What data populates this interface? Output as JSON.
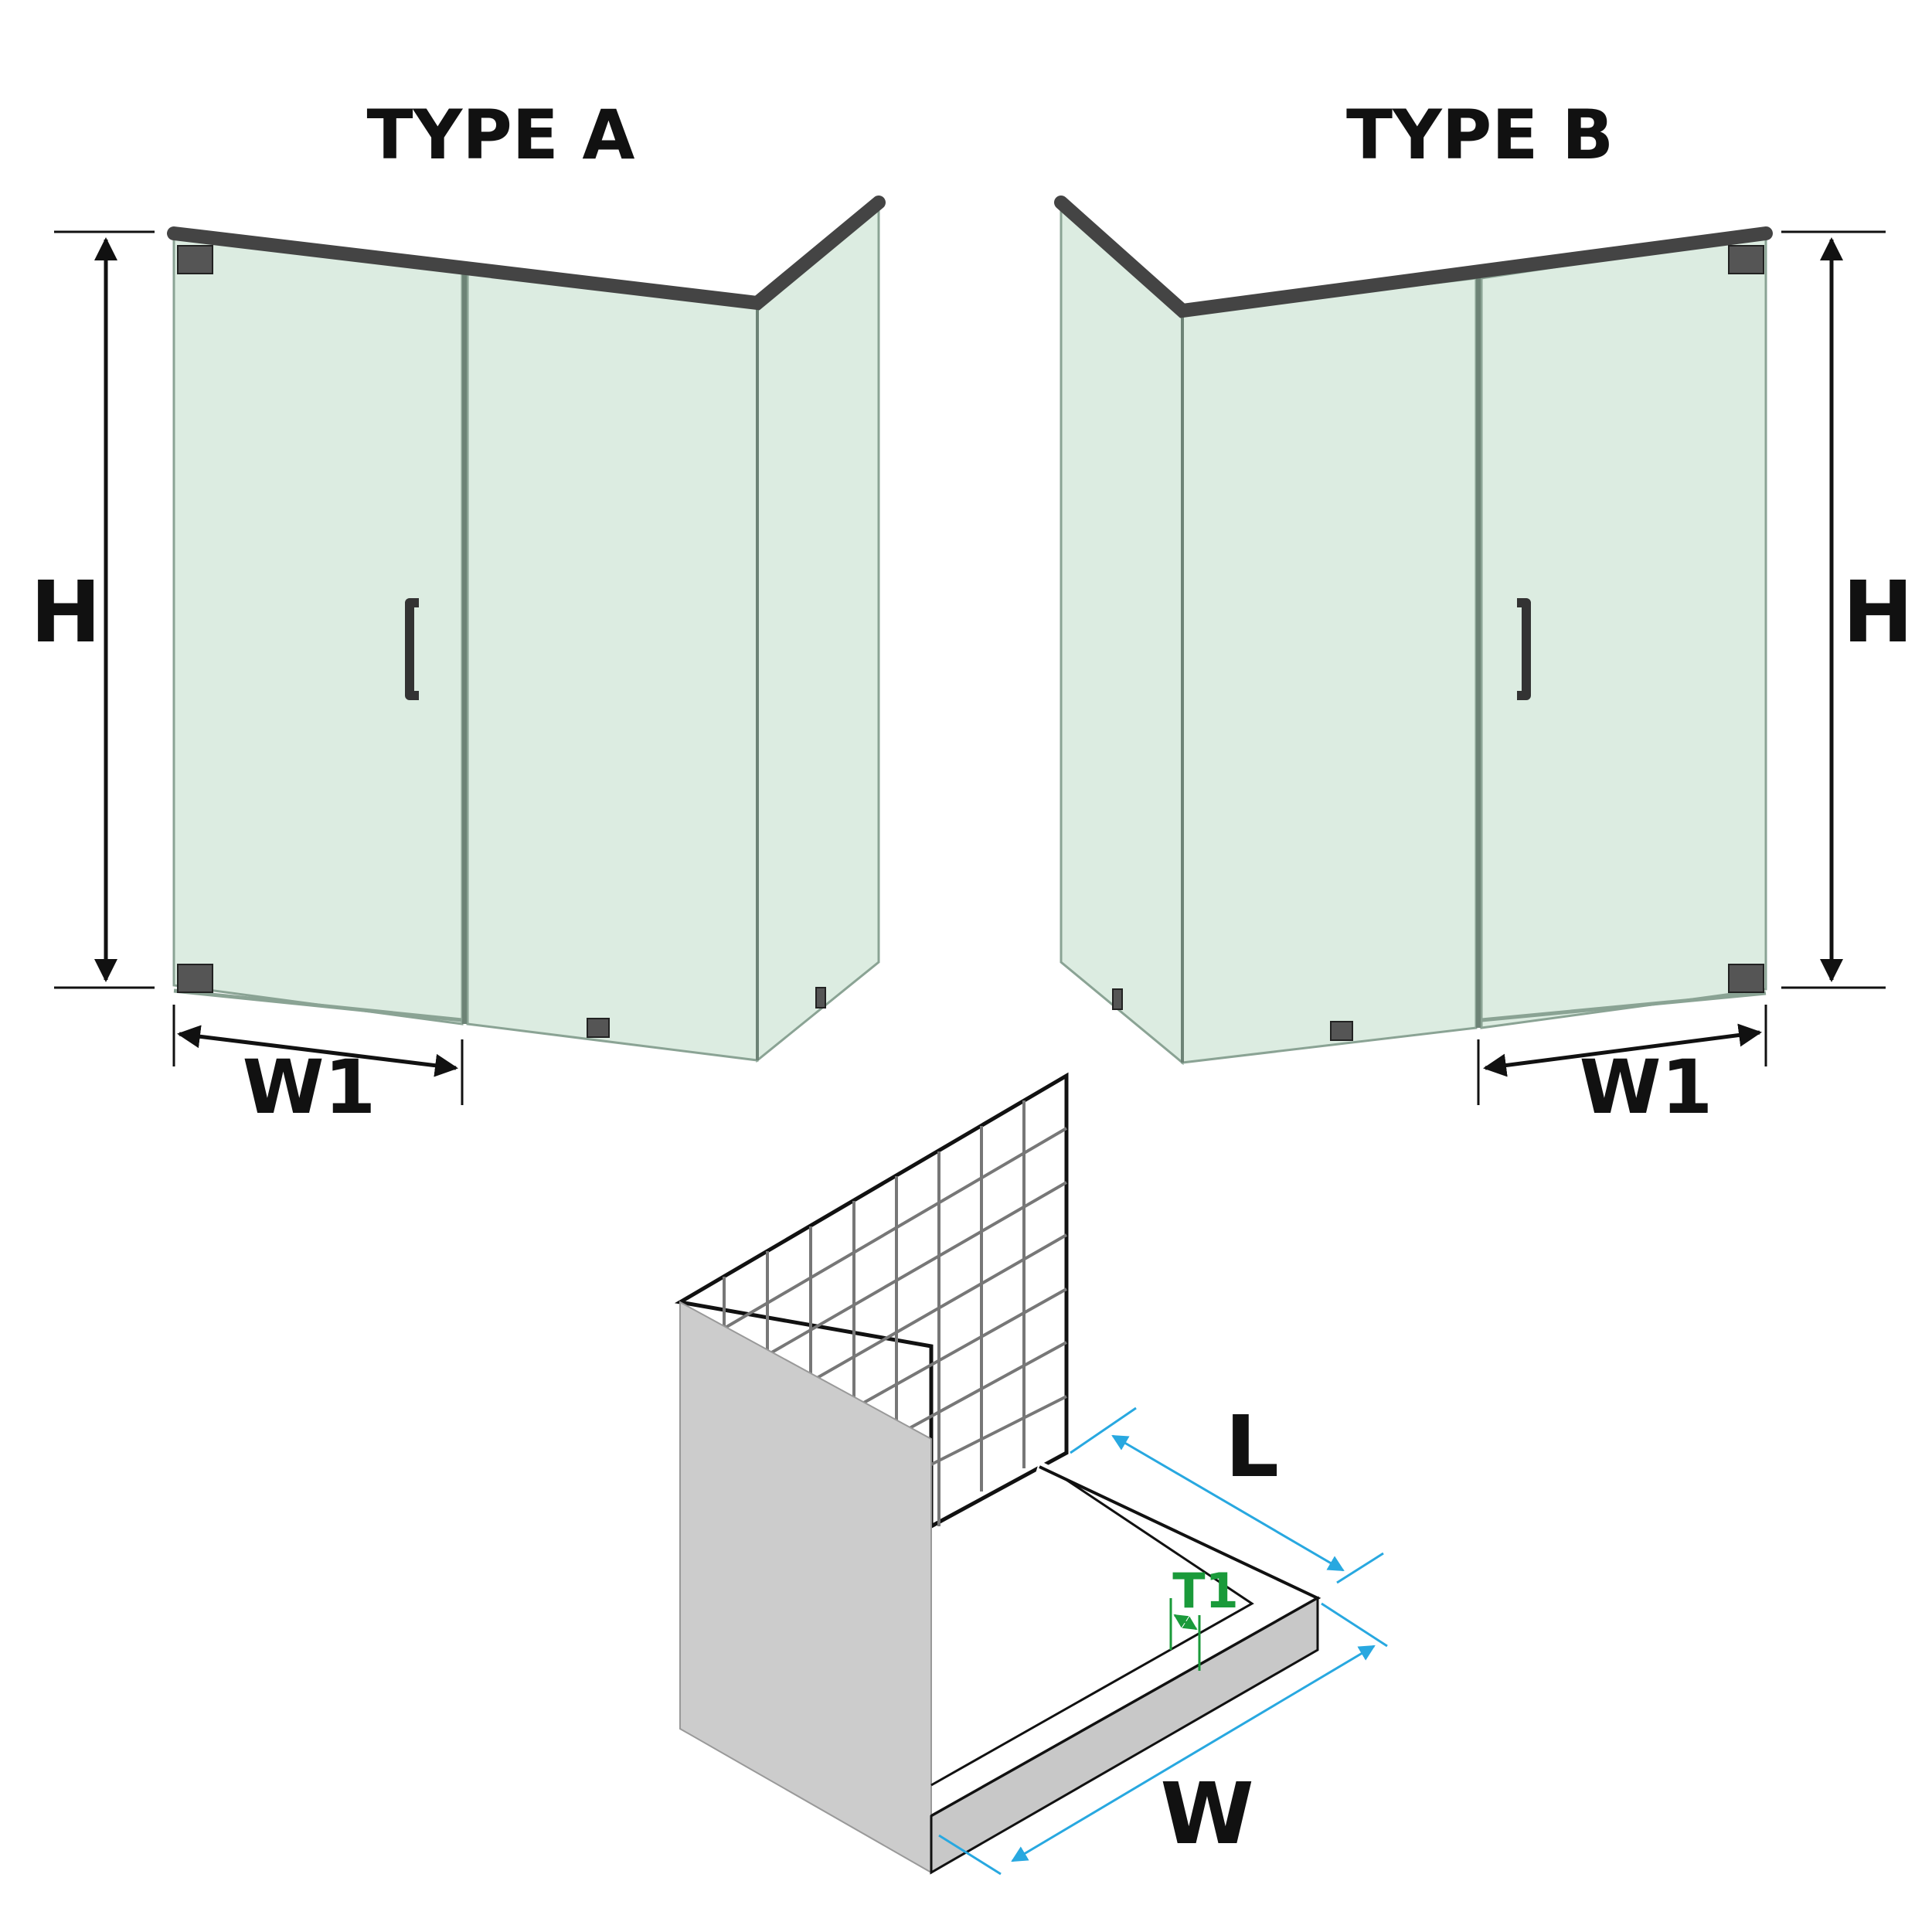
{
  "type_a": {
    "title": "TYPE A",
    "height_label": "H",
    "width_label": "W1"
  },
  "type_b": {
    "title": "TYPE B",
    "height_label": "H",
    "width_label": "W1"
  },
  "base": {
    "length_label": "L",
    "width_label": "W",
    "thickness_label": "T1"
  },
  "colors": {
    "glass": "#dcece1",
    "frame": "#444444",
    "wall": "#cccccc",
    "dimension_blue": "#28a8e0",
    "dimension_green": "#1a9a3a"
  }
}
